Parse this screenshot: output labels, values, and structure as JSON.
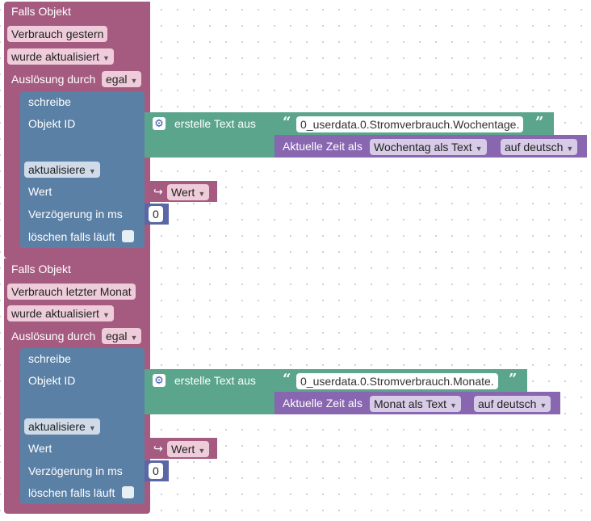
{
  "blocks": [
    {
      "event_label": "Falls Objekt",
      "object_name": "Verbrauch gestern",
      "trigger_value": "wurde aktualisiert",
      "trigger_label": "Auslösung durch",
      "trigger_source": "egal",
      "write": {
        "label": "schreibe",
        "object_id_label": "Objekt ID",
        "create_text_label": "erstelle Text aus",
        "text_prefix": "0_userdata.0.Stromverbrauch.Wochentage.",
        "time_label": "Aktuelle Zeit als",
        "time_format": "Wochentag als Text",
        "language": "auf deutsch",
        "mode": "aktualisiere",
        "value_label": "Wert",
        "value_var": "Wert",
        "delay_label": "Verzögerung in ms",
        "delay_value": "0",
        "clear_label": "löschen falls läuft"
      }
    },
    {
      "event_label": "Falls Objekt",
      "object_name": "Verbrauch letzter Monat",
      "trigger_value": "wurde aktualisiert",
      "trigger_label": "Auslösung durch",
      "trigger_source": "egal",
      "write": {
        "label": "schreibe",
        "object_id_label": "Objekt ID",
        "create_text_label": "erstelle Text aus",
        "text_prefix": "0_userdata.0.Stromverbrauch.Monate.",
        "time_label": "Aktuelle Zeit als",
        "time_format": "Monat als Text",
        "language": "auf deutsch",
        "mode": "aktualisiere",
        "value_label": "Wert",
        "value_var": "Wert",
        "delay_label": "Verzögerung in ms",
        "delay_value": "0",
        "clear_label": "löschen falls läuft"
      }
    }
  ],
  "colors": {
    "event": "#a55b80",
    "write": "#5b80a5",
    "text": "#5ba58c",
    "time": "#8866b0",
    "number": "#5b67a5"
  }
}
